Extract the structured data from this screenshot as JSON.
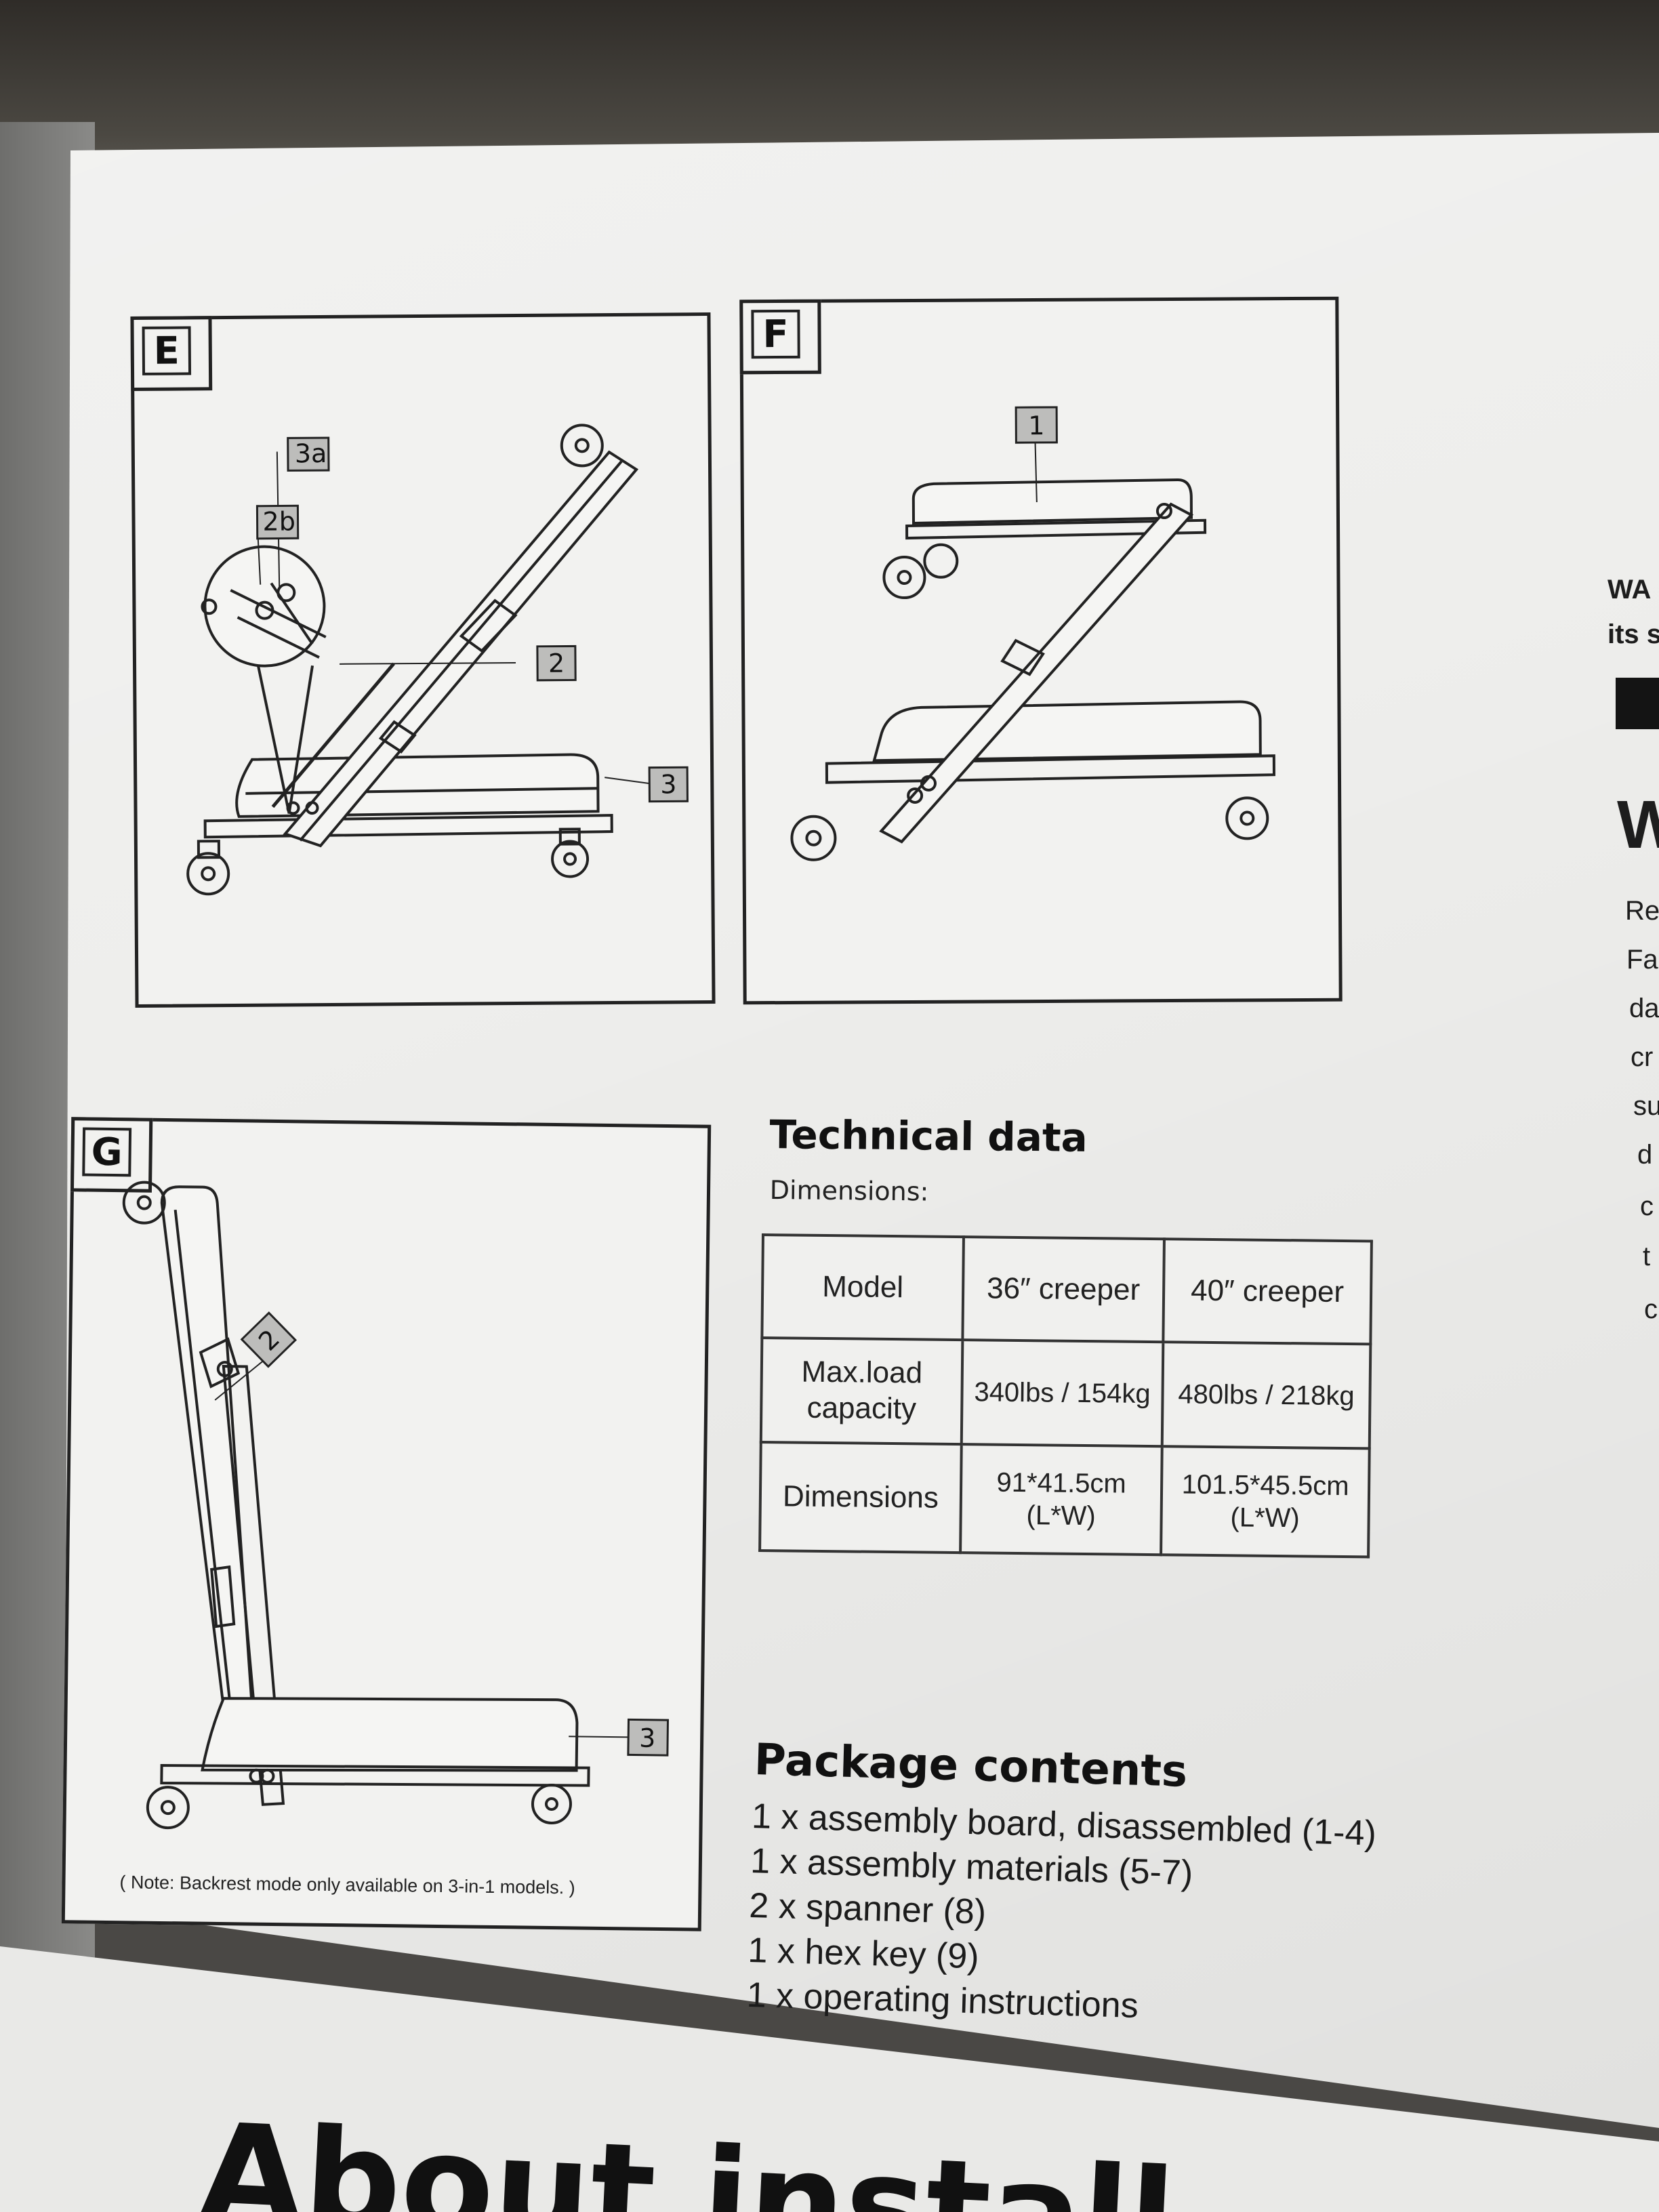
{
  "panels": {
    "e": {
      "letter": "E",
      "callouts": [
        "3a",
        "2b",
        "2",
        "3"
      ]
    },
    "f": {
      "letter": "F",
      "callouts": [
        "1"
      ]
    },
    "g": {
      "letter": "G",
      "callouts": [
        "2",
        "3"
      ],
      "note": "( Note:  Backrest mode only available on 3-in-1 models. )"
    }
  },
  "technical": {
    "title": "Technical data",
    "dimensions_label": "Dimensions:",
    "table": {
      "header": [
        "Model",
        "36″ creeper",
        "40″ creeper"
      ],
      "max_load": {
        "label_line1": "Max.load",
        "label_line2": "capacity",
        "v36": "340lbs / 154kg",
        "v40": "480lbs / 218kg"
      },
      "dims": {
        "label": "Dimensions",
        "v36": "91*41.5cm",
        "v36_sub": "(L*W)",
        "v40": "101.5*45.5cm",
        "v40_sub": "(L*W)"
      }
    }
  },
  "package": {
    "title": "Package contents",
    "items": [
      "1 x assembly board, disassembled (1-4)",
      "1 x assembly materials (5-7)",
      "2 x spanner (8)",
      "1 x hex key (9)",
      "1 x operating instructions"
    ]
  },
  "right_column_fragments": [
    "WA",
    "its s",
    "W",
    "Re",
    "Fa",
    "da",
    "cr",
    "su",
    "d",
    "c",
    "t",
    "c"
  ],
  "bottom_heading": "About install"
}
